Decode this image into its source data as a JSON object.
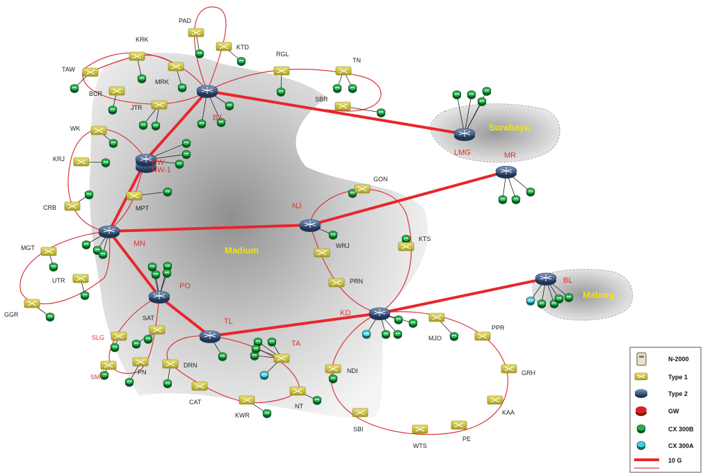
{
  "regions": {
    "madium": "Madium",
    "surabaya": "Surabaya",
    "malang": "Malang"
  },
  "type2_nodes": [
    {
      "id": "BJ",
      "label": "BJ"
    },
    {
      "id": "NW",
      "label": "NW"
    },
    {
      "id": "NW1",
      "label": "NW-1"
    },
    {
      "id": "MN",
      "label": "MN"
    },
    {
      "id": "PO",
      "label": "PO"
    },
    {
      "id": "TL",
      "label": "TL"
    },
    {
      "id": "NJ",
      "label": "NJ"
    },
    {
      "id": "KD",
      "label": "KD"
    },
    {
      "id": "LMG",
      "label": "LMG"
    },
    {
      "id": "MR",
      "label": "MR"
    },
    {
      "id": "BL",
      "label": "BL"
    }
  ],
  "type1_nodes": [
    "PAD",
    "KTD",
    "KRK",
    "TAW",
    "BCR",
    "MRK",
    "JTR",
    "RGL",
    "TN",
    "SBR",
    "WK",
    "KRJ",
    "CRB",
    "MPT",
    "MGT",
    "UTR",
    "GGR",
    "GON",
    "KTS",
    "WRJ",
    "PRN",
    "SAT",
    "SLG",
    "SMT",
    "PN",
    "DRN",
    "CAT",
    "KWR",
    "NT",
    "TA",
    "NDI",
    "SBI",
    "WTS",
    "PE",
    "KAA",
    "GRH",
    "PPR",
    "MJO"
  ],
  "red_labels": [
    "SLG",
    "SMT",
    "TA"
  ],
  "legend": {
    "items": [
      {
        "label": "N-2000",
        "icon": "server-icon"
      },
      {
        "label": "Type 1",
        "icon": "switch-icon"
      },
      {
        "label": "Type 2",
        "icon": "router-icon"
      },
      {
        "label": "GW",
        "icon": "gateway-icon"
      },
      {
        "label": "CX 300B",
        "icon": "cx300b-icon"
      },
      {
        "label": "CX 300A",
        "icon": "cx300a-icon"
      },
      {
        "label": "10 G",
        "icon": "thick-line-icon"
      },
      {
        "label": "",
        "icon": "thin-line-icon"
      }
    ]
  },
  "colors": {
    "link_10g": "#e8262b",
    "ring": "#d9343a",
    "type1": "#c9c13a",
    "type2": "#2f4f7a",
    "cx300b": "#1db347",
    "cx300a": "#3fd0e0",
    "gw": "#d8222a",
    "region_label": "#f2e600"
  }
}
